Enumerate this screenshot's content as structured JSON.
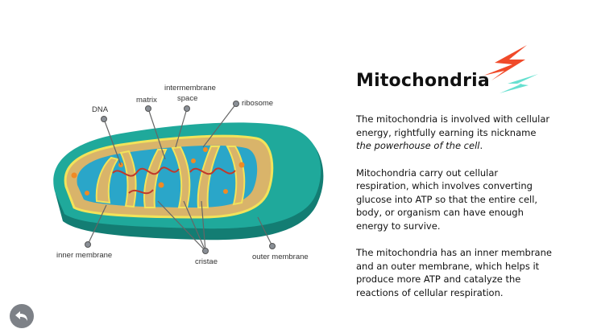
{
  "title": "Mitochondria",
  "paragraphs": {
    "p1_text": "The mitochondria is involved with cellular energy, rightfully earning its nickname ",
    "p1_emphasis": "the powerhouse of the cell",
    "p1_end": ".",
    "p2": "Mitochondria carry out cellular respiration, which involves converting glucose into ATP so that the entire cell, body, or organism can have enough energy to survive.",
    "p3": "The mitochondria has an inner membrane and an outer membrane, which helps it produce more ATP and catalyze the reactions of cellular respiration."
  },
  "diagram_labels": {
    "intermembrane_space": "intermembrane",
    "intermembrane_space_2": "space",
    "matrix": "matrix",
    "dna": "DNA",
    "ribosome": "ribosome",
    "inner_membrane": "inner membrane",
    "cristae": "cristae",
    "outer_membrane": "outer membrane"
  },
  "colors": {
    "outer_membrane": "#1fa99b",
    "outer_shadow": "#137d73",
    "intermembrane_fill": "#d9b46a",
    "matrix_fill": "#2aa6c9",
    "inner_line": "#f2e35a",
    "dna_strand": "#c0392b",
    "granule": "#f08a24",
    "bolt_red": "#f04a2a",
    "bolt_teal": "#66e0d0"
  },
  "icons": {
    "back": "back-arrow-icon",
    "decoration": "lightning-bolt-icon"
  }
}
